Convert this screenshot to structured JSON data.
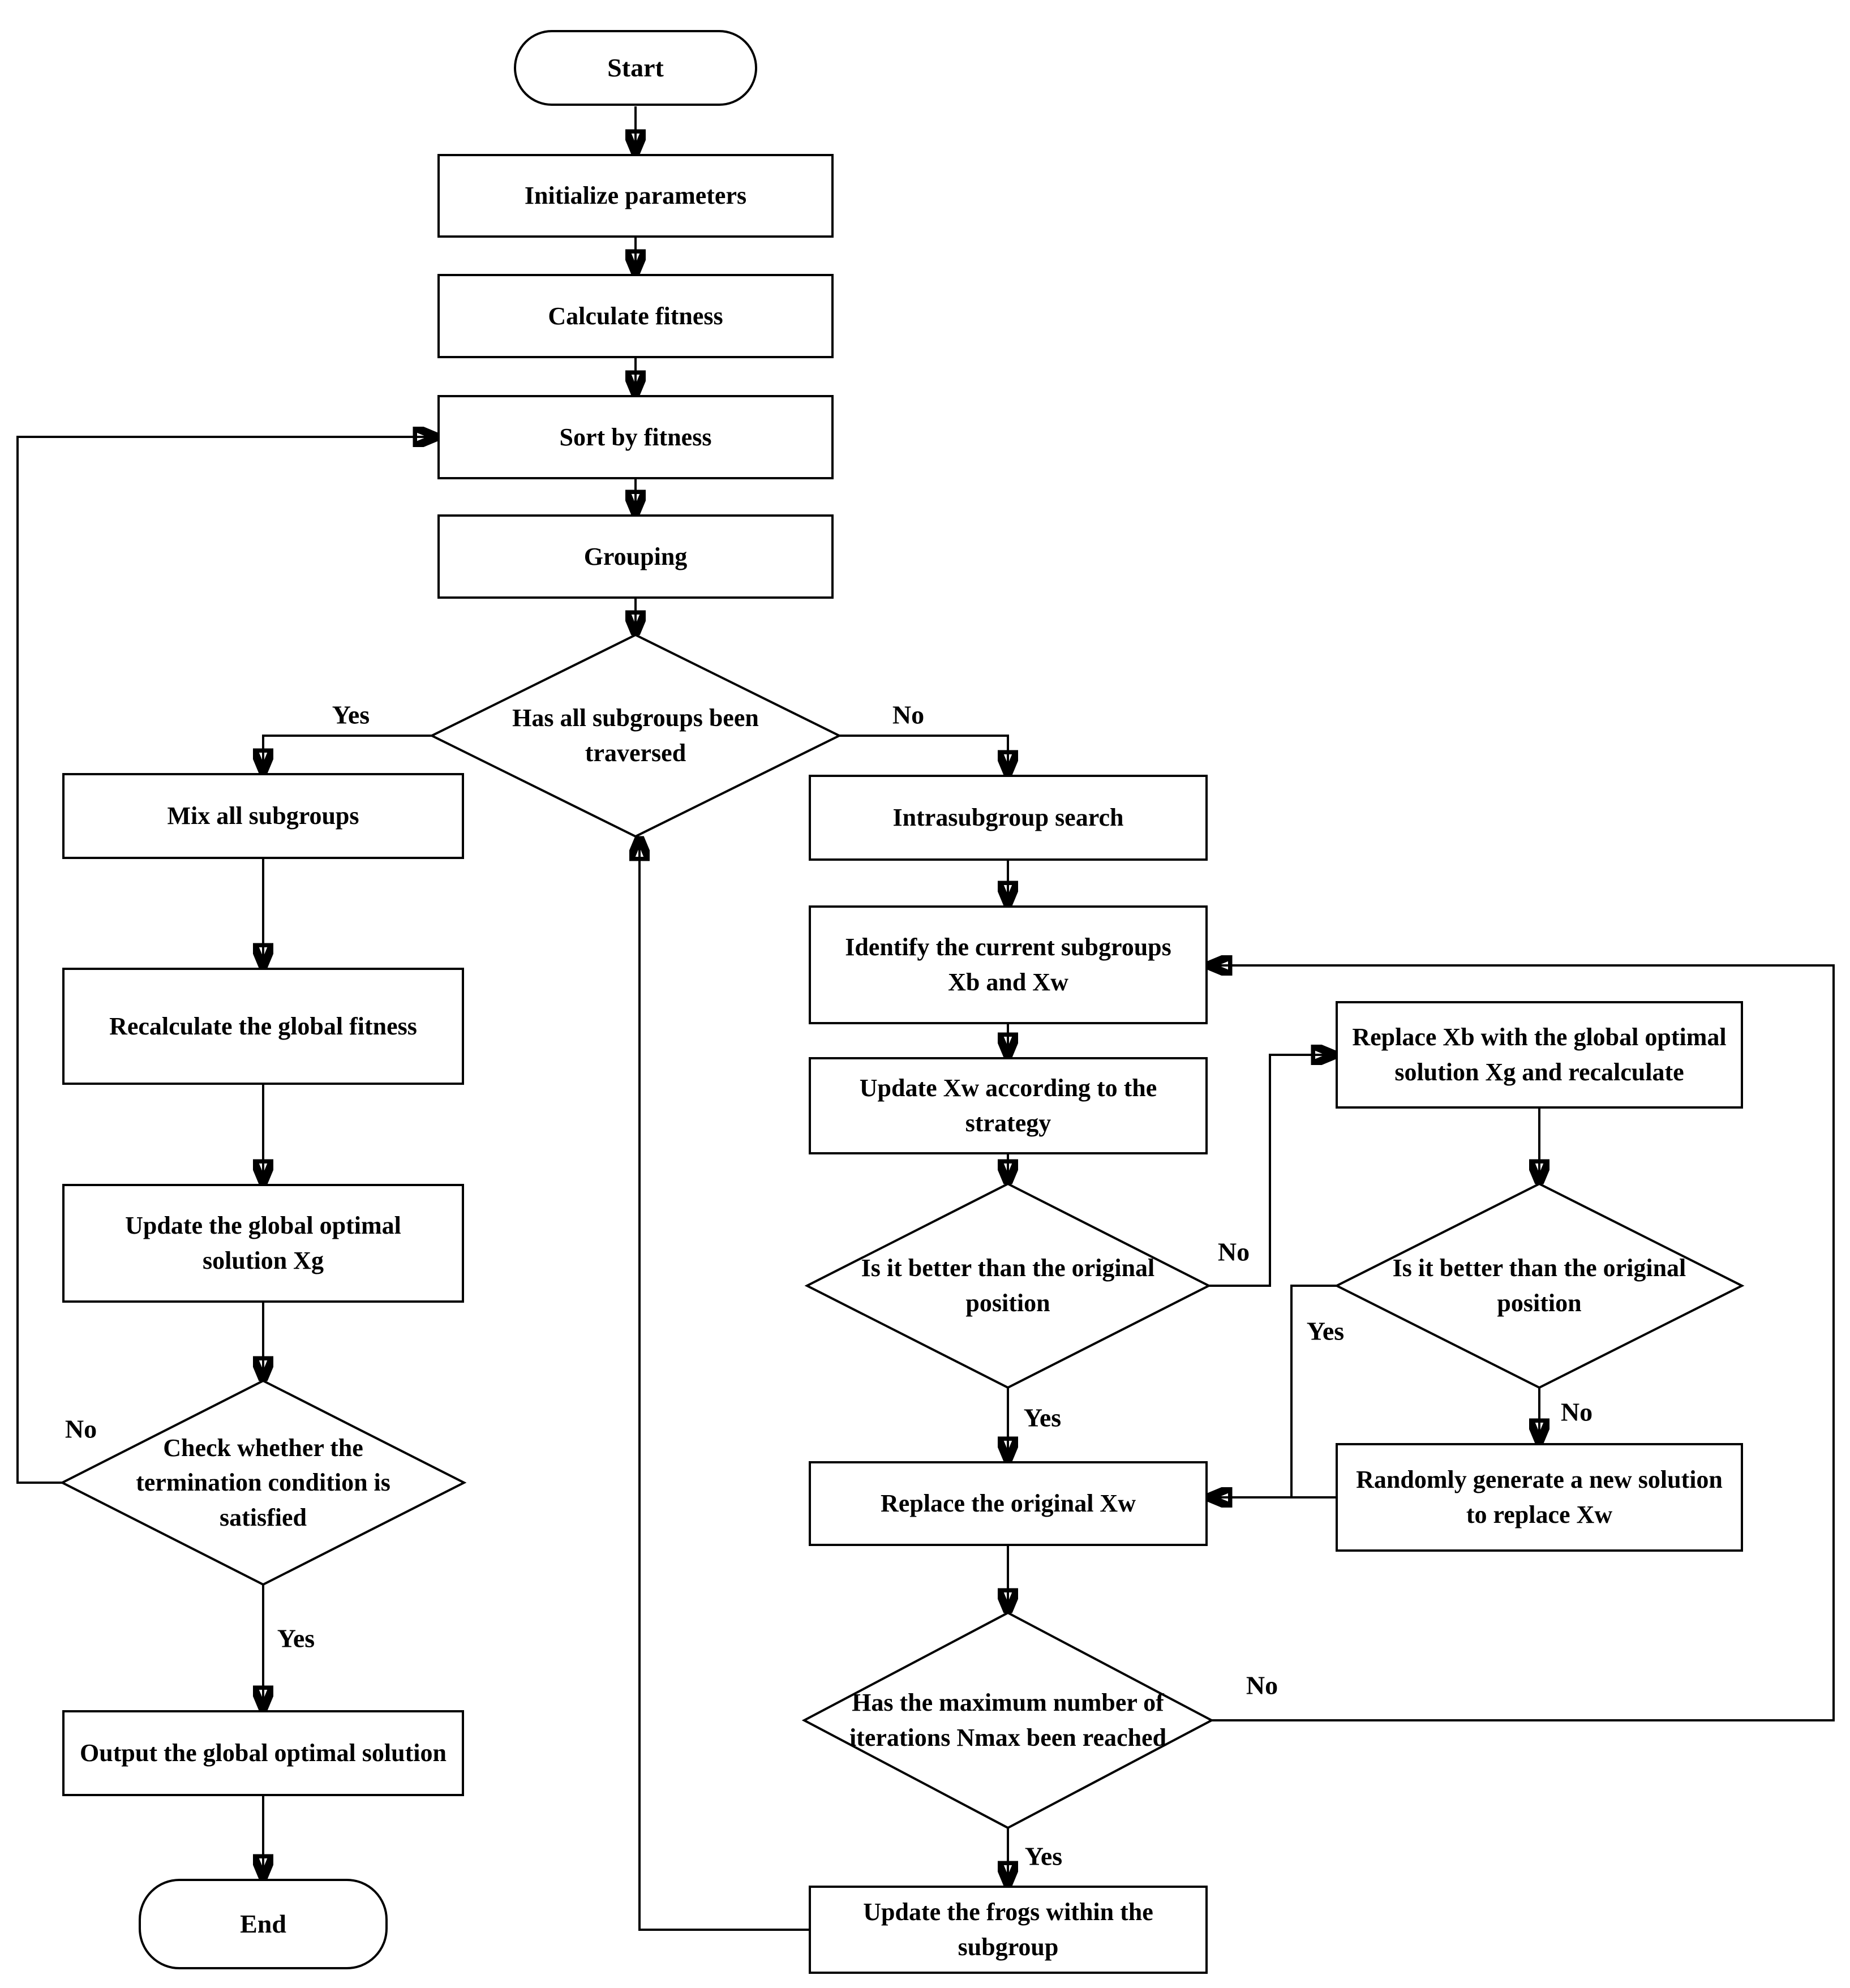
{
  "diagram": {
    "background": "#ffffff",
    "line_color": "#000000",
    "type": "flowchart"
  },
  "nodes": {
    "start": {
      "label": "Start",
      "type": "terminator"
    },
    "init": {
      "label": "Initialize parameters",
      "type": "process"
    },
    "calc": {
      "label": "Calculate fitness",
      "type": "process"
    },
    "sort": {
      "label": "Sort by fitness",
      "type": "process"
    },
    "group": {
      "label": "Grouping",
      "type": "process"
    },
    "d1": {
      "label": "Has all subgroups been traversed",
      "type": "decision"
    },
    "mix": {
      "label": "Mix all subgroups",
      "type": "process"
    },
    "recalc": {
      "label": "Recalculate the global fitness",
      "type": "process"
    },
    "updg": {
      "label": "Update the global optimal solution Xg",
      "type": "process"
    },
    "d2": {
      "label": "Check whether the termination condition is satisfied",
      "type": "decision"
    },
    "output": {
      "label": "Output the global optimal solution",
      "type": "process"
    },
    "end": {
      "label": "End",
      "type": "terminator"
    },
    "intra": {
      "label": "Intrasubgroup search",
      "type": "process"
    },
    "identify": {
      "label": "Identify the current subgroups Xb and Xw",
      "type": "process"
    },
    "updxw": {
      "label": "Update Xw according to the strategy",
      "type": "process"
    },
    "d3": {
      "label": "Is it better than the original position",
      "type": "decision"
    },
    "replxb": {
      "label": "Replace Xb with the global optimal solution Xg and recalculate",
      "type": "process"
    },
    "d5": {
      "label": "Is it better than the original position",
      "type": "decision"
    },
    "random": {
      "label": "Randomly generate a new solution to replace Xw",
      "type": "process"
    },
    "replxw": {
      "label": "Replace the original Xw",
      "type": "process"
    },
    "d4": {
      "label": "Has the maximum number of iterations Nmax been reached",
      "type": "decision"
    },
    "updfrogs": {
      "label": "Update the frogs within the subgroup",
      "type": "process"
    }
  },
  "edge_labels": {
    "d1_yes": "Yes",
    "d1_no": "No",
    "d2_no": "No",
    "d2_yes": "Yes",
    "d3_no": "No",
    "d3_yes": "Yes",
    "d5_yes": "Yes",
    "d5_no": "No",
    "d4_no": "No",
    "d4_yes": "Yes"
  }
}
